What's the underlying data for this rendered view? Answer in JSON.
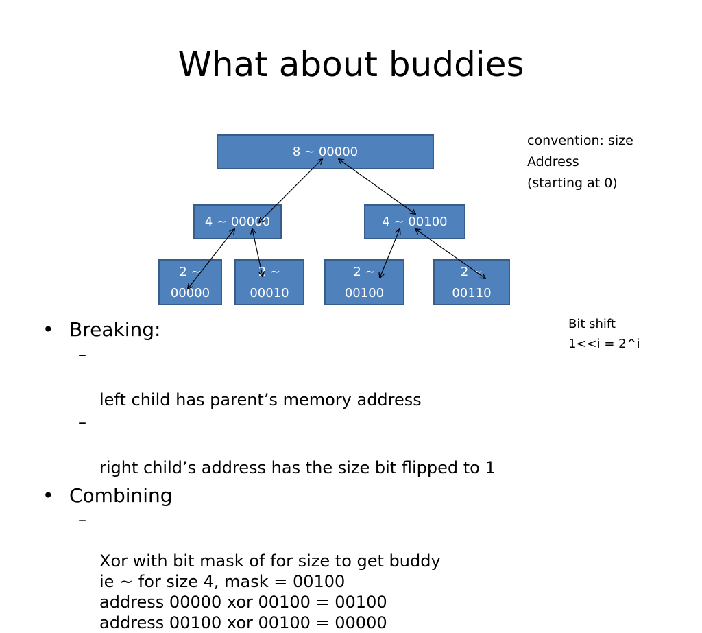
{
  "slide": {
    "title": "What about buddies"
  },
  "tree": {
    "root": "8 ~ 00000",
    "left": "4 ~ 00000",
    "right": "4 ~ 00100",
    "left_left": "2 ~\n00000",
    "left_right": "2 ~\n00010",
    "right_left": "2 ~\n00100",
    "right_right": "2 ~\n00110",
    "fill_color": "#4f81bd",
    "border_color": "#385d8a"
  },
  "notes": {
    "convention": "convention: size\nAddress\n(starting at 0)",
    "bit_shift": "Bit shift\n1<<i = 2^i"
  },
  "bullets": {
    "marker": "•",
    "sub_marker": "–",
    "breaking": "Breaking:",
    "breaking_items": [
      "left child has parent’s memory address",
      "right child’s address has the size bit flipped to 1"
    ],
    "combining": "Combining",
    "combining_items": [
      "Xor with bit mask of for size to get buddy\nie ~ for size 4, mask = 00100\naddress 00000 xor 00100 = 00100\naddress 00100 xor 00100 = 00000"
    ]
  }
}
